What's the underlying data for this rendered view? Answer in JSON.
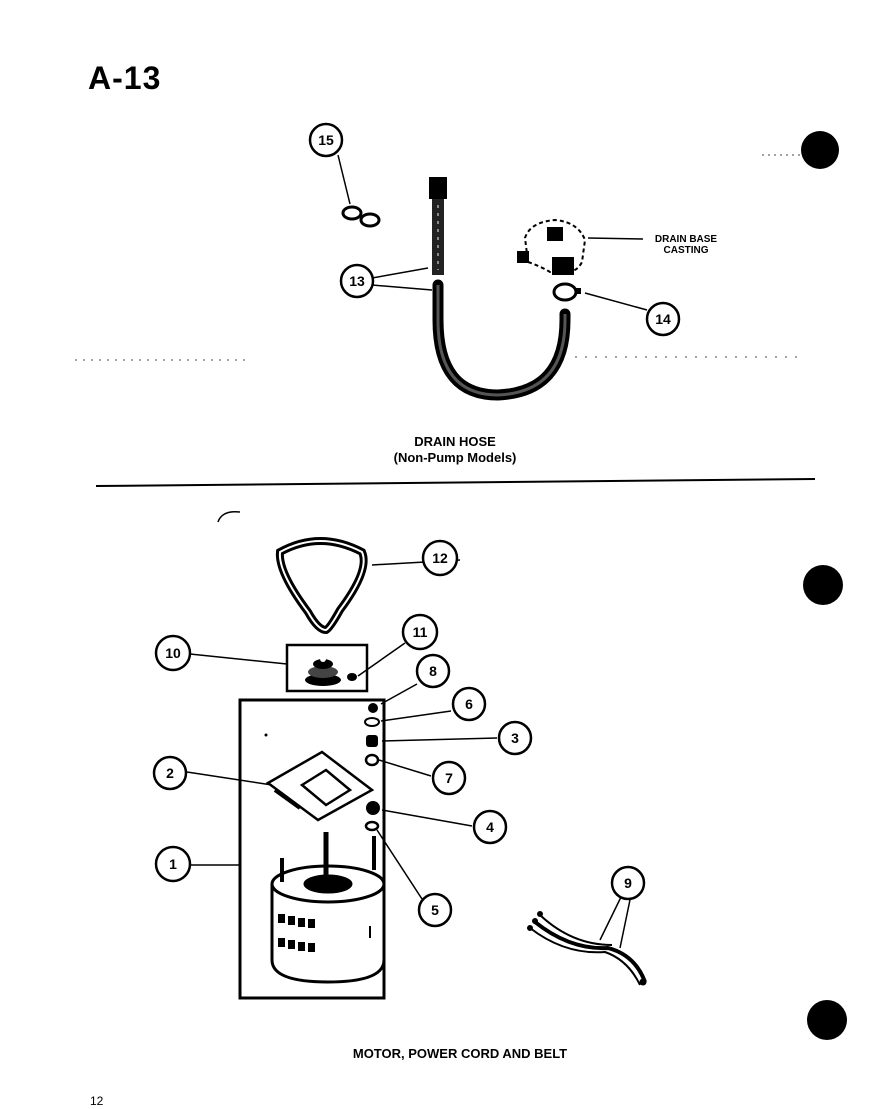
{
  "page": {
    "label": "A-13",
    "page_number": "12"
  },
  "drain_section": {
    "title": "DRAIN HOSE",
    "subtitle": "(Non-Pump Models)",
    "drain_base_label_line1": "DRAIN BASE",
    "drain_base_label_line2": "CASTING"
  },
  "motor_section": {
    "title": "MOTOR, POWER CORD AND BELT"
  },
  "callouts": {
    "c1": "1",
    "c2": "2",
    "c3": "3",
    "c4": "4",
    "c5": "5",
    "c6": "6",
    "c7": "7",
    "c8": "8",
    "c9": "9",
    "c10": "10",
    "c11": "11",
    "c12": "12",
    "c13": "13",
    "c14": "14",
    "c15": "15"
  }
}
